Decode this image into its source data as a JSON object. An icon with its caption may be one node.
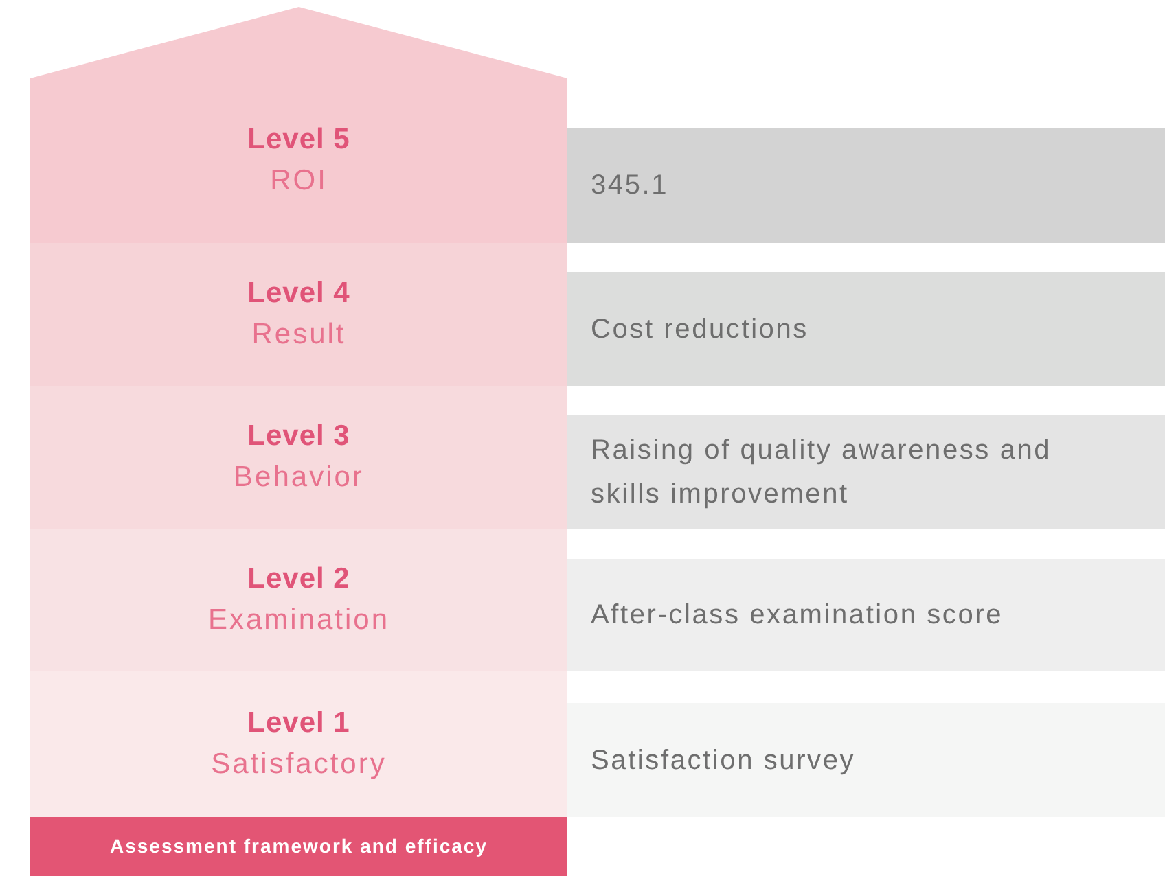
{
  "diagram": {
    "nodes": [
      {
        "text": [
          "Level 5",
          "ROI"
        ]
      },
      {
        "text": [
          "345.1"
        ]
      },
      {
        "text": [
          "Level 4",
          "Result"
        ]
      },
      {
        "text": [
          "Cost reductions"
        ]
      },
      {
        "text": [
          "Level 3",
          "Behavior"
        ]
      },
      {
        "text": [
          "Raising of quality awareness and skills improvement"
        ]
      },
      {
        "text": [
          "Level 2",
          "Examination"
        ]
      },
      {
        "text": [
          "After-class examination score"
        ]
      },
      {
        "text": [
          "Level 1",
          "Satisfactory"
        ]
      },
      {
        "text": [
          "Satisfaction survey"
        ]
      },
      {
        "text": [
          "Assessment framework and efficacy"
        ]
      }
    ]
  }
}
